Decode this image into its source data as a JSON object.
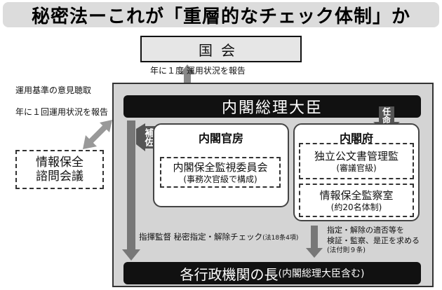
{
  "header": {
    "title": "秘密法ーこれが「重層的なチェック体制」か"
  },
  "diet": {
    "label": "国会"
  },
  "notes": {
    "annual_report_diet": "年に１度 運用状況を報告",
    "consult": "運用基準の意見聴取",
    "annual_report_council": "年に１回運用状況を報告",
    "direct": "指揮監督 秘密指定・解除チェック",
    "direct_law": "(法18条4項)",
    "demand_line1": "指定・解除の適否等を",
    "demand_line2": "検証・監察、是正を求める",
    "demand_law": "(法付則９条)"
  },
  "council": {
    "line1": "情報保全",
    "line2": "諮問会議"
  },
  "prime_minister": {
    "label": "内閣総理大臣"
  },
  "cabinet_secretariat": {
    "title": "内閣官房",
    "assist": "補佐",
    "committee": "内閣保全監視委員会",
    "committee_note": "(事務次官級で構成)"
  },
  "cabinet_office": {
    "title": "内閣府",
    "appoint": "任命",
    "inspector": "独立公文書管理監",
    "inspector_note": "(審議官級)",
    "office": "情報保全監察室",
    "office_note": "(約20名体制)"
  },
  "agency_heads": {
    "label": "各行政機関の長",
    "note": "(内閣総理大臣含む)"
  }
}
